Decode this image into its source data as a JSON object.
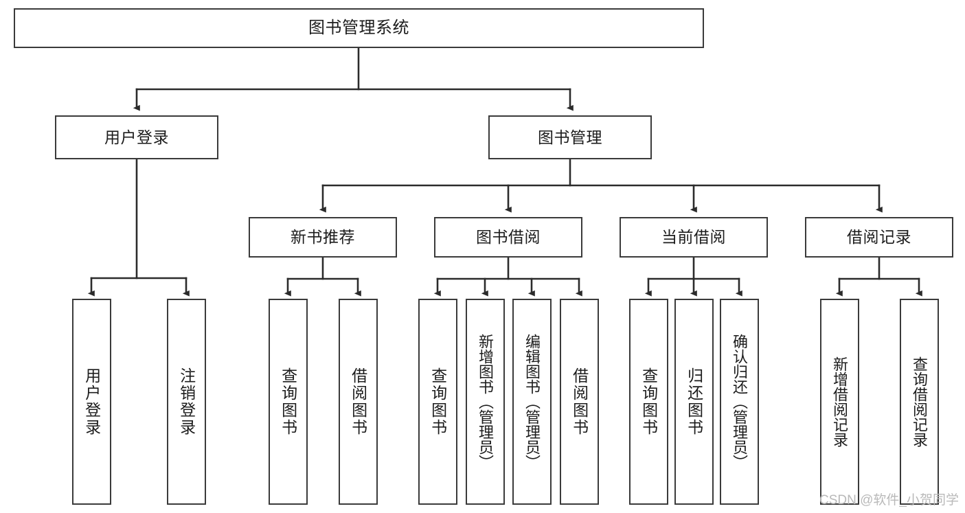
{
  "diagram": {
    "title": "图书管理系统",
    "type": "hierarchy-tree",
    "colors": {
      "box_border": "#3a3a3a",
      "box_fill": "#ffffff",
      "connector": "#2b2b2b",
      "text": "#1c1c1c",
      "watermark": "#b9b9b9",
      "background": "#ffffff"
    },
    "root": {
      "label": "图书管理系统"
    },
    "level2": [
      {
        "label": "用户登录"
      },
      {
        "label": "图书管理"
      }
    ],
    "level3": [
      {
        "label": "新书推荐"
      },
      {
        "label": "图书借阅"
      },
      {
        "label": "当前借阅"
      },
      {
        "label": "借阅记录"
      }
    ],
    "leaves": {
      "user_login": [
        {
          "label": "用户登录"
        },
        {
          "label": "注销登录"
        }
      ],
      "new_book_recommend": [
        {
          "label": "查询图书"
        },
        {
          "label": "借阅图书"
        }
      ],
      "book_borrow": [
        {
          "label": "查询图书"
        },
        {
          "label": "新增图书（管理员）"
        },
        {
          "label": "编辑图书（管理员）"
        },
        {
          "label": "借阅图书"
        }
      ],
      "current_borrow": [
        {
          "label": "查询图书"
        },
        {
          "label": "归还图书"
        },
        {
          "label": "确认归还（管理员）"
        }
      ],
      "borrow_record": [
        {
          "label": "新增借阅记录"
        },
        {
          "label": "查询借阅记录"
        }
      ]
    }
  },
  "watermark": {
    "text": "CSDN @软件_小贺同学"
  }
}
